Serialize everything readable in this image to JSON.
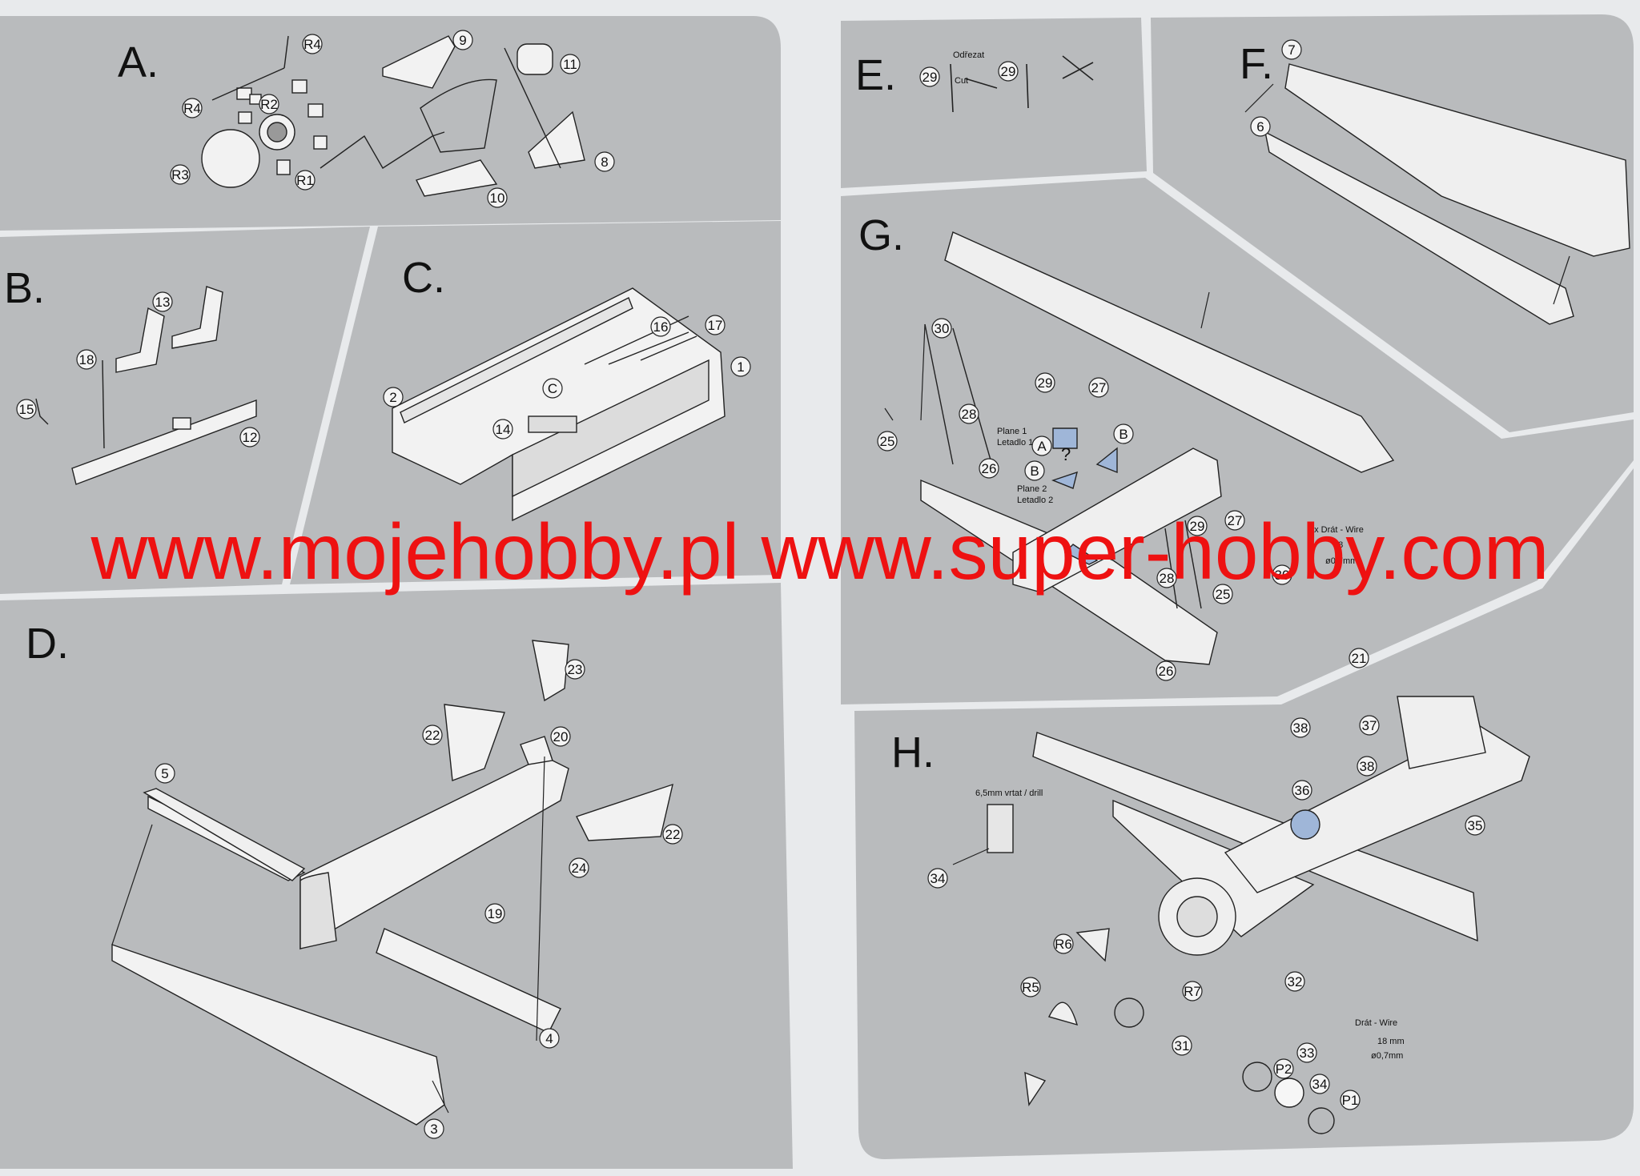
{
  "steps": {
    "A": {
      "label": "A.",
      "callouts": [
        "R4",
        "R4",
        "R2",
        "R3",
        "R1",
        "9",
        "11",
        "8",
        "10"
      ]
    },
    "B": {
      "label": "B.",
      "callouts": [
        "13",
        "18",
        "15",
        "12"
      ]
    },
    "C": {
      "label": "C.",
      "callouts": [
        "16",
        "17",
        "1",
        "2",
        "14",
        "C"
      ]
    },
    "D": {
      "label": "D.",
      "callouts": [
        "23",
        "22",
        "20",
        "5",
        "22",
        "24",
        "19",
        "4",
        "3"
      ]
    },
    "E": {
      "label": "E.",
      "callouts": [
        "29",
        "29"
      ],
      "notes": [
        "Odřezat",
        "Cut"
      ]
    },
    "F": {
      "label": "F.",
      "callouts": [
        "7",
        "6"
      ]
    },
    "G": {
      "label": "G.",
      "callouts": [
        "30",
        "29",
        "27",
        "25",
        "28",
        "A",
        "B",
        "26",
        "B",
        "29",
        "27",
        "28",
        "25",
        "30",
        "26"
      ],
      "notes": [
        "Plane 1",
        "Letadlo 1",
        "Plane 2",
        "Letadlo 2",
        "?",
        "2x Drát - Wire",
        "18",
        "ø0,7mm"
      ]
    },
    "H": {
      "label": "H.",
      "callouts": [
        "21",
        "38",
        "37",
        "38",
        "36",
        "35",
        "34",
        "R6",
        "R5",
        "R7",
        "32",
        "31",
        "33",
        "P2",
        "34",
        "P1"
      ],
      "notes": [
        "6,5mm vrtat / drill",
        "Drát - Wire",
        "18 mm",
        "ø0,7mm"
      ]
    }
  },
  "watermark": "www.mojehobby.pl www.super-hobby.com",
  "colors": {
    "panel": "#b9bbbd",
    "line": "#ffffff",
    "watermark": "#ee1111",
    "highlight": "#9fb6d8"
  }
}
